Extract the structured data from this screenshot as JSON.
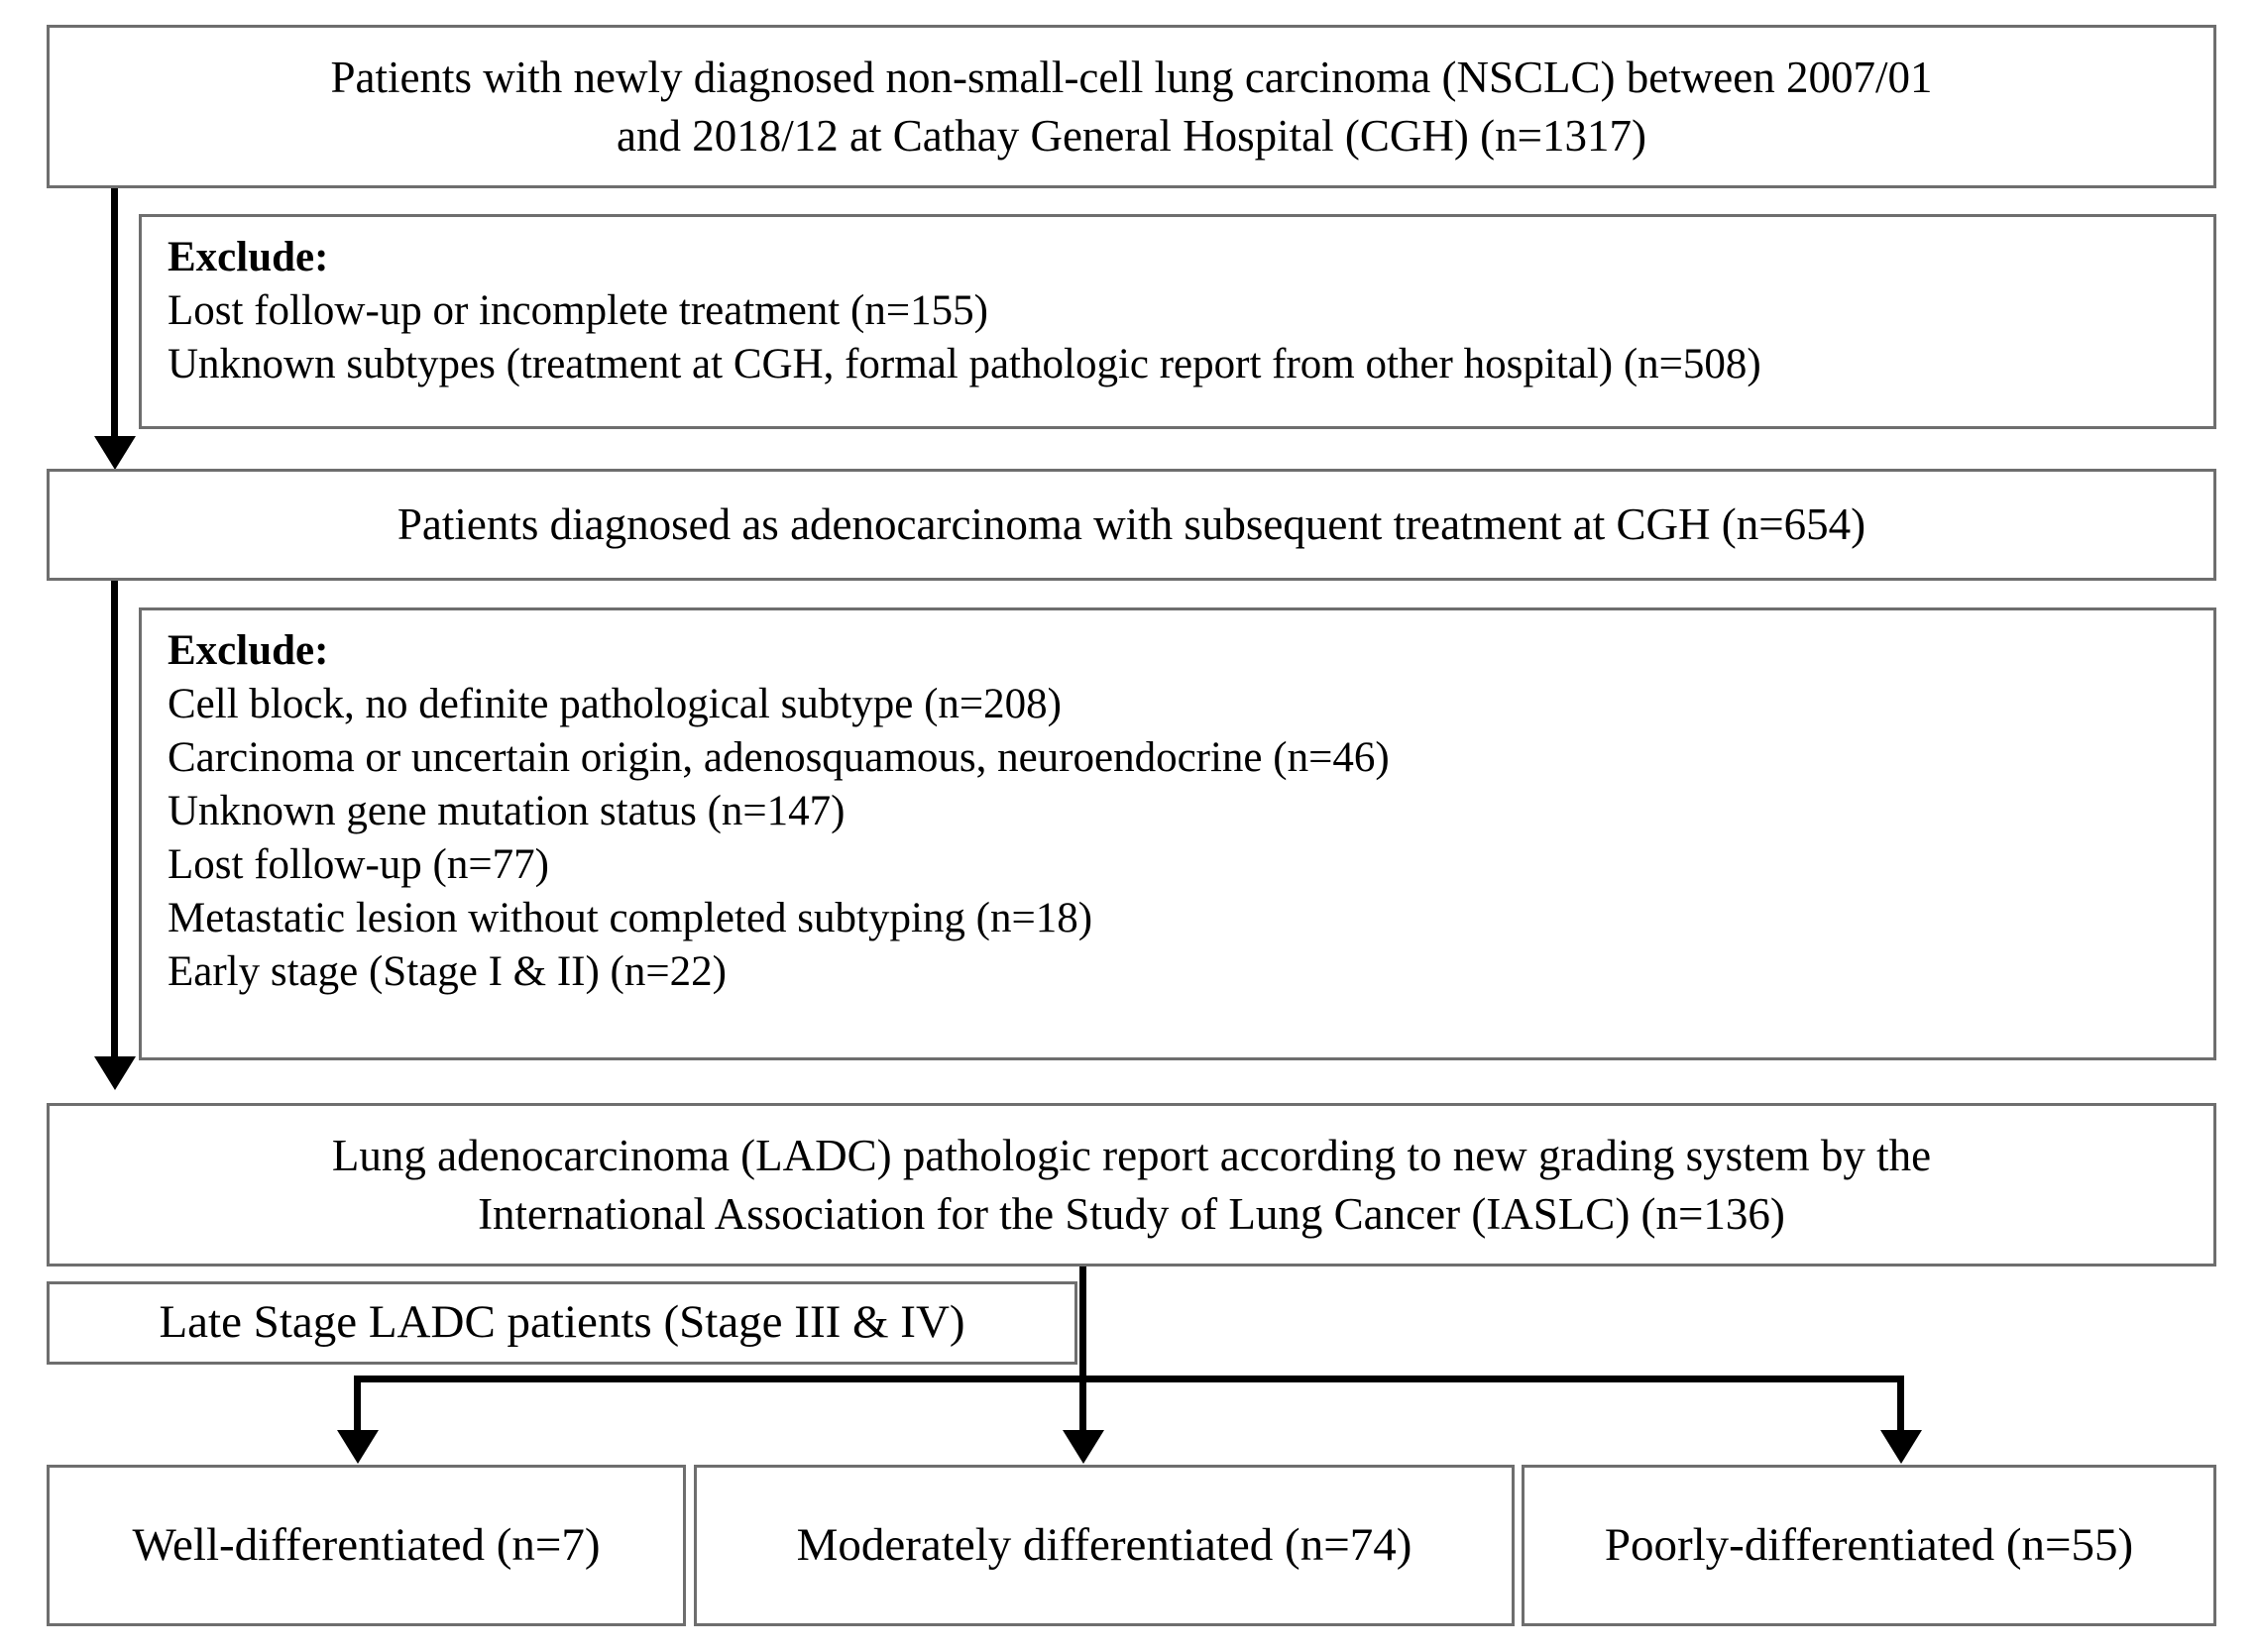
{
  "figure": {
    "type": "flowchart",
    "orientation": "top-down",
    "line_color": "#000000",
    "box_border_color": "#6e6e6e",
    "background_color": "#ffffff"
  },
  "nodes": {
    "cohort_source": {
      "lines": [
        "Patients with newly diagnosed non-small-cell lung carcinoma (NSCLC) between 2007/01",
        "and 2018/12 at Cathay General Hospital (CGH) (n=1317)"
      ],
      "n": 1317
    },
    "exclude_1": {
      "heading": "Exclude:",
      "items": [
        "Lost follow-up or incomplete treatment (n=155)",
        "Unknown subtypes (treatment at CGH, formal pathologic report from other hospital) (n=508)"
      ],
      "counts": [
        155,
        508
      ]
    },
    "adenocarcinoma": {
      "lines": [
        "Patients diagnosed as adenocarcinoma with subsequent treatment at CGH (n=654)"
      ],
      "n": 654
    },
    "exclude_2": {
      "heading": "Exclude:",
      "items": [
        "Cell block, no definite pathological subtype (n=208)",
        "Carcinoma or uncertain origin, adenosquamous, neuroendocrine (n=46)",
        "Unknown gene mutation status (n=147)",
        "Lost follow-up (n=77)",
        "Metastatic lesion without completed subtyping (n=18)",
        "Early stage (Stage I & II) (n=22)"
      ],
      "counts": [
        208,
        46,
        147,
        77,
        18,
        22
      ]
    },
    "ladc_graded": {
      "lines": [
        "Lung adenocarcinoma (LADC) pathologic report according to new grading system by the",
        "International Association for the Study of Lung Cancer (IASLC) (n=136)"
      ],
      "n": 136
    },
    "late_stage": {
      "label": "Late Stage LADC patients (Stage III & IV)"
    }
  },
  "outcomes": [
    {
      "label": "Well-differentiated (n=7)",
      "n": 7
    },
    {
      "label": "Moderately differentiated (n=74)",
      "n": 74
    },
    {
      "label": "Poorly-differentiated (n=55)",
      "n": 55
    }
  ]
}
